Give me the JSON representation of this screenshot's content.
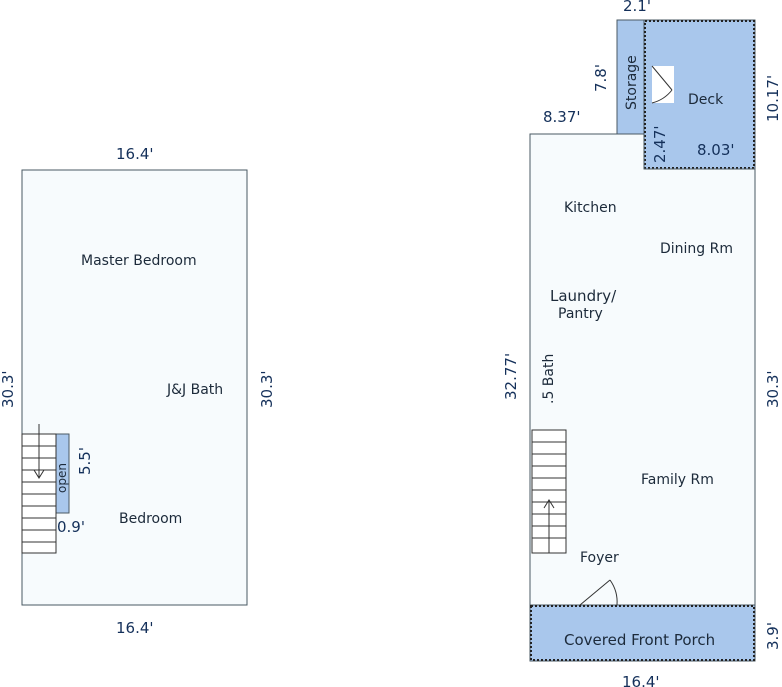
{
  "upper_floor": {
    "rooms": [
      "Master Bedroom",
      "J&J Bath",
      "Bedroom",
      "open"
    ],
    "dims": {
      "top": "16.4'",
      "bottom": "16.4'",
      "left": "30.3'",
      "right": "30.3'",
      "stair_width": "0.9'",
      "open_length": "5.5'"
    }
  },
  "main_floor": {
    "rooms": [
      "Kitchen",
      "Dining Rm",
      "Laundry/",
      "Pantry",
      ".5 Bath",
      "Family Rm",
      "Foyer",
      "Covered Front Porch",
      "Storage",
      "Deck"
    ],
    "dims": {
      "top": "8.37'",
      "bottom": "16.4'",
      "left": "32.77'",
      "right": "30.3'",
      "porch": "3.9'",
      "storage_height": "7.8'",
      "storage_width": "2.1'",
      "deck_height": "10.17'",
      "deck_width": "8.03'",
      "deck_offset": "2.47'"
    }
  }
}
